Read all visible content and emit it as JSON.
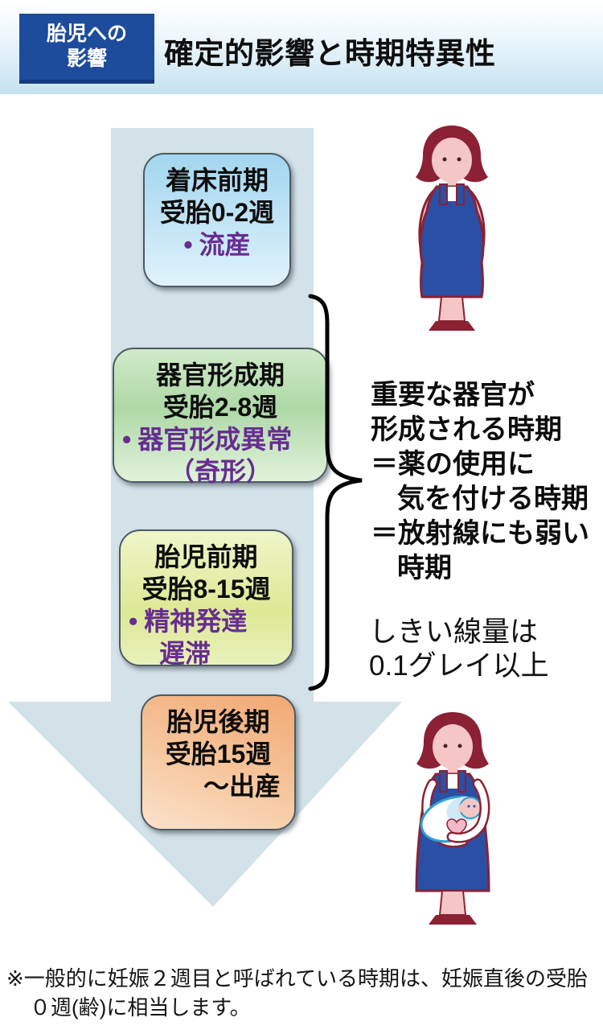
{
  "header": {
    "label_line1": "胎児への",
    "label_line2": "影響",
    "title": "確定的影響と時期特異性",
    "label_bg_color": "#1d4c9c",
    "band_color": "#c6e2f0"
  },
  "diagram": {
    "arrow_color": "#d3e1e8",
    "effect_text_color": "#662d91",
    "bullet": "•",
    "stages": [
      {
        "name": "着床前期",
        "period": "受胎0-2週",
        "effects": [
          "流産"
        ],
        "box_color": "#a2d6ef"
      },
      {
        "name": "器官形成期",
        "period": "受胎2-8週",
        "effects": [
          "器官形成異常",
          "（奇形）"
        ],
        "box_color": "#aed8a6"
      },
      {
        "name": "胎児前期",
        "period": "受胎8-15週",
        "effects": [
          "精神発達",
          "遅滞"
        ],
        "box_color": "#dde894"
      },
      {
        "name": "胎児後期",
        "period": "受胎15週",
        "period2": "～出産",
        "effects": [],
        "box_color": "#f1a873"
      }
    ]
  },
  "annotation": {
    "lines": [
      "重要な器官が",
      "形成される時期",
      "＝薬の使用に",
      "気を付ける時期",
      "＝放射線にも弱い",
      "時期"
    ],
    "threshold_line1": "しきい線量は",
    "threshold_line2": "0.1グレイ以上"
  },
  "footnote": {
    "line1": "※一般的に妊娠２週目と呼ばれている時期は、妊娠直後の受胎",
    "line2": "０週(齢)に相当します。"
  },
  "figure_colors": {
    "hair_outline": "#8b2133",
    "skin": "#f5c6c6",
    "dress": "#2b4fa4",
    "baby_wrap_outline": "#2e9fd0"
  }
}
